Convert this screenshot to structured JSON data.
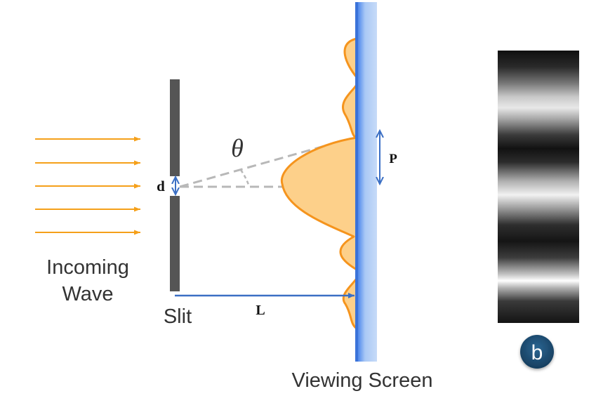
{
  "labels": {
    "incoming_line1": "Incoming",
    "incoming_line2": "Wave",
    "slit": "Slit",
    "viewing_screen": "Viewing Screen",
    "slit_width": "d",
    "distance": "L",
    "period": "P",
    "angle": "θ",
    "panel_badge": "b"
  },
  "colors": {
    "wave_arrows": "#f5a01a",
    "intensity_outline": "#f5941d",
    "intensity_fill": "#fdd08a",
    "slit": "#555555",
    "screen_light": "#a9c8f5",
    "screen_edge": "#3b73d9",
    "measure_arrows": "#3b6fc4",
    "dashed_lines": "#b8b8b8",
    "badge": "#1f4e73"
  },
  "icons": {
    "panel_badge": "letter-b-circle-badge"
  }
}
